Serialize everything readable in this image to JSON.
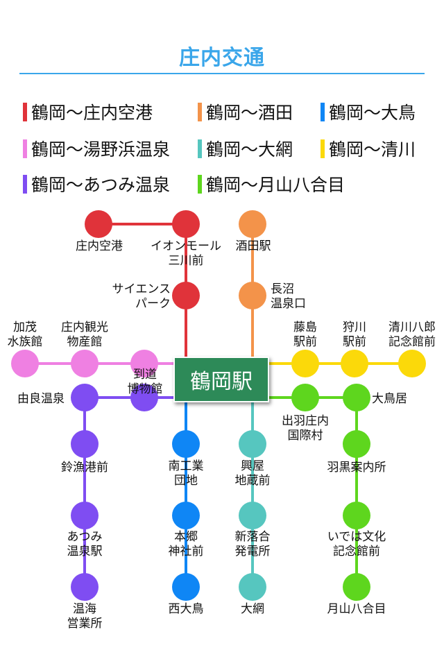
{
  "title": "庄内交通",
  "legend": [
    {
      "label": "鶴岡～庄内空港",
      "color": "#e0333a"
    },
    {
      "label": "鶴岡～酒田",
      "color": "#f3934a"
    },
    {
      "label": "鶴岡～大鳥",
      "color": "#0f86f5"
    },
    {
      "label": "鶴岡～湯野浜温泉",
      "color": "#ef80e2"
    },
    {
      "label": "鶴岡～大網",
      "color": "#56c6bf"
    },
    {
      "label": "鶴岡～清川",
      "color": "#fbd90a"
    },
    {
      "label": "鶴岡～あつみ温泉",
      "color": "#7f4df2"
    },
    {
      "label": "鶴岡～月山八合目",
      "color": "#5ed61e"
    }
  ],
  "hub": {
    "label": "鶴岡駅",
    "color": "#2d8a58"
  },
  "stations": {
    "shonai_airport": "庄内空港",
    "aeon_mall": "イオンモール\n三川前",
    "science_park": "サイエンス\nパーク",
    "sakata_station": "酒田駅",
    "naganuma_onsen": "長沼\n温泉口",
    "kamo_aquarium": "加茂\n水族館",
    "kanko_bussankan": "庄内観光\n物産館",
    "chido_museum": "到道\n博物館",
    "fujishima": "藤島\n駅前",
    "karikawa": "狩川\n駅前",
    "kiyokawa": "清川八郎\n記念館前",
    "yura_onsen": "由良温泉",
    "dewa_airport": "出羽庄内\n国際村",
    "otoriinokuchi": "大鳥居",
    "suzu_port": "鈴漁港前",
    "minami_kogyo": "南工業\n団地",
    "koya_jizo": "興屋\n地蔵前",
    "haguro_info": "羽黒案内所",
    "atsumi_onsen": "あつみ\n温泉駅",
    "hongo_shrine": "本郷\n神社前",
    "shin_ochiai": "新落合\n発電所",
    "ideha_museum": "いでは文化\n記念館前",
    "onsen_eigyosho": "温海\n営業所",
    "nishi_otori": "西大鳥",
    "oami": "大網",
    "gassan_8": "月山八合目"
  }
}
